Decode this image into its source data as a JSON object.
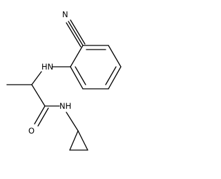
{
  "structure": {
    "atoms": {
      "nitrile_n": "N",
      "amine_nh": "HN",
      "amide_o": "O",
      "amide_nh": "NH"
    }
  },
  "colors": {
    "bond": "#000000",
    "label": "#000000",
    "background": "#ffffff"
  }
}
